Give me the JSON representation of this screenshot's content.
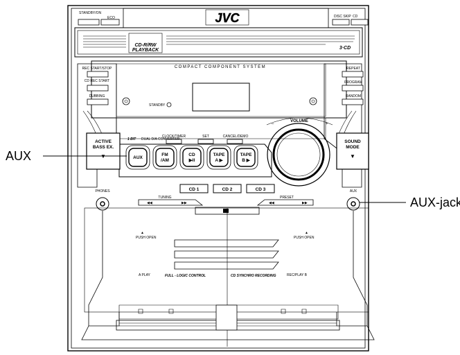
{
  "callouts": {
    "aux_left": "AUX",
    "aux_jack_right": "AUX-jack"
  },
  "device": {
    "brand": "JVC",
    "top_left_buttons": [
      "STANDBY/ON",
      "ECO"
    ],
    "top_right_buttons": [
      "DISC SKIP",
      "CD"
    ],
    "cd_badge_line1": "CD-R/RW",
    "cd_badge_line2": "PLAYBACK",
    "cd_changer_badge": "3·CD",
    "compact_system": "COMPACT COMPONENT SYSTEM",
    "left_column": [
      "REC START/STOP",
      "CD REC START",
      "DUBBING"
    ],
    "right_column": [
      "REPEAT",
      "PROGRAM",
      "RANDOM"
    ],
    "standby_label": "STANDBY",
    "volume_label": "VOLUME",
    "one_bit": "1 BIT",
    "one_bit_sub": "DUAL D/A CONVERTER",
    "small_buttons": [
      "CLOCK/TIMER",
      "SET",
      "CANCEL/DEMO"
    ],
    "active_bass": [
      "ACTIVE",
      "BASS EX."
    ],
    "sound_mode": [
      "SOUND",
      "MODE"
    ],
    "source_buttons": [
      {
        "line1": "AUX",
        "line2": ""
      },
      {
        "line1": "FM",
        "line2": "/AM"
      },
      {
        "line1": "CD",
        "line2": "▶II"
      },
      {
        "line1": "TAPE",
        "line2": "A ▶"
      },
      {
        "line1": "TAPE",
        "line2": "B ▶"
      }
    ],
    "cd_buttons": [
      "CD 1",
      "CD 2",
      "CD 3"
    ],
    "tuning_label": "TUNING",
    "preset_label": "PRESET",
    "phones_label": "PHONES",
    "aux_jack_label": "AUX",
    "push_open": "PUSH OPEN",
    "a_play": "A PLAY",
    "rec_play": "REC/PLAY B",
    "full_logic": "FULL - LOGIC  CONTROL",
    "cd_synchro": "CD SYNCHRO RECORDING"
  }
}
